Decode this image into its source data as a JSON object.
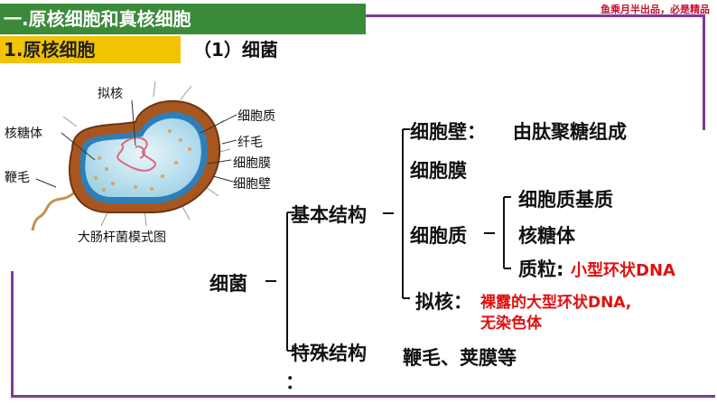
{
  "header": {
    "banner_title": "一.原核细胞和真核细胞",
    "watermark": "鱼乘月半出品，必是精品",
    "subheading": "1.原核细胞",
    "section_title": "（1）细菌"
  },
  "diagram": {
    "labels": {
      "nucleoid": "拟核",
      "ribosome": "核糖体",
      "flagellum": "鞭毛",
      "cytoplasm": "细胞质",
      "pilus": "纤毛",
      "membrane": "细胞膜",
      "wall": "细胞壁"
    },
    "caption": "大肠杆菌模式图"
  },
  "tree": {
    "root": "细菌",
    "basic": "基本结构",
    "special": "特殊结构",
    "colon": "：",
    "wall": "细胞壁：",
    "wall_desc": "由肽聚糖组成",
    "membrane": "细胞膜",
    "cytoplasm": "细胞质",
    "matrix": "细胞质基质",
    "ribosome": "核糖体",
    "plasmid": "质粒:",
    "plasmid_desc": "小型环状DNA",
    "nucleoid": "拟核：",
    "nucleoid_desc_1": "裸露的大型环状DNA,",
    "nucleoid_desc_2": "无染色体",
    "special_desc": "鞭毛、荚膜等"
  },
  "colors": {
    "banner": "#3a8a3a",
    "subheading": "#f2c300",
    "frame": "#7a3c9a",
    "highlight": "#e01010"
  }
}
